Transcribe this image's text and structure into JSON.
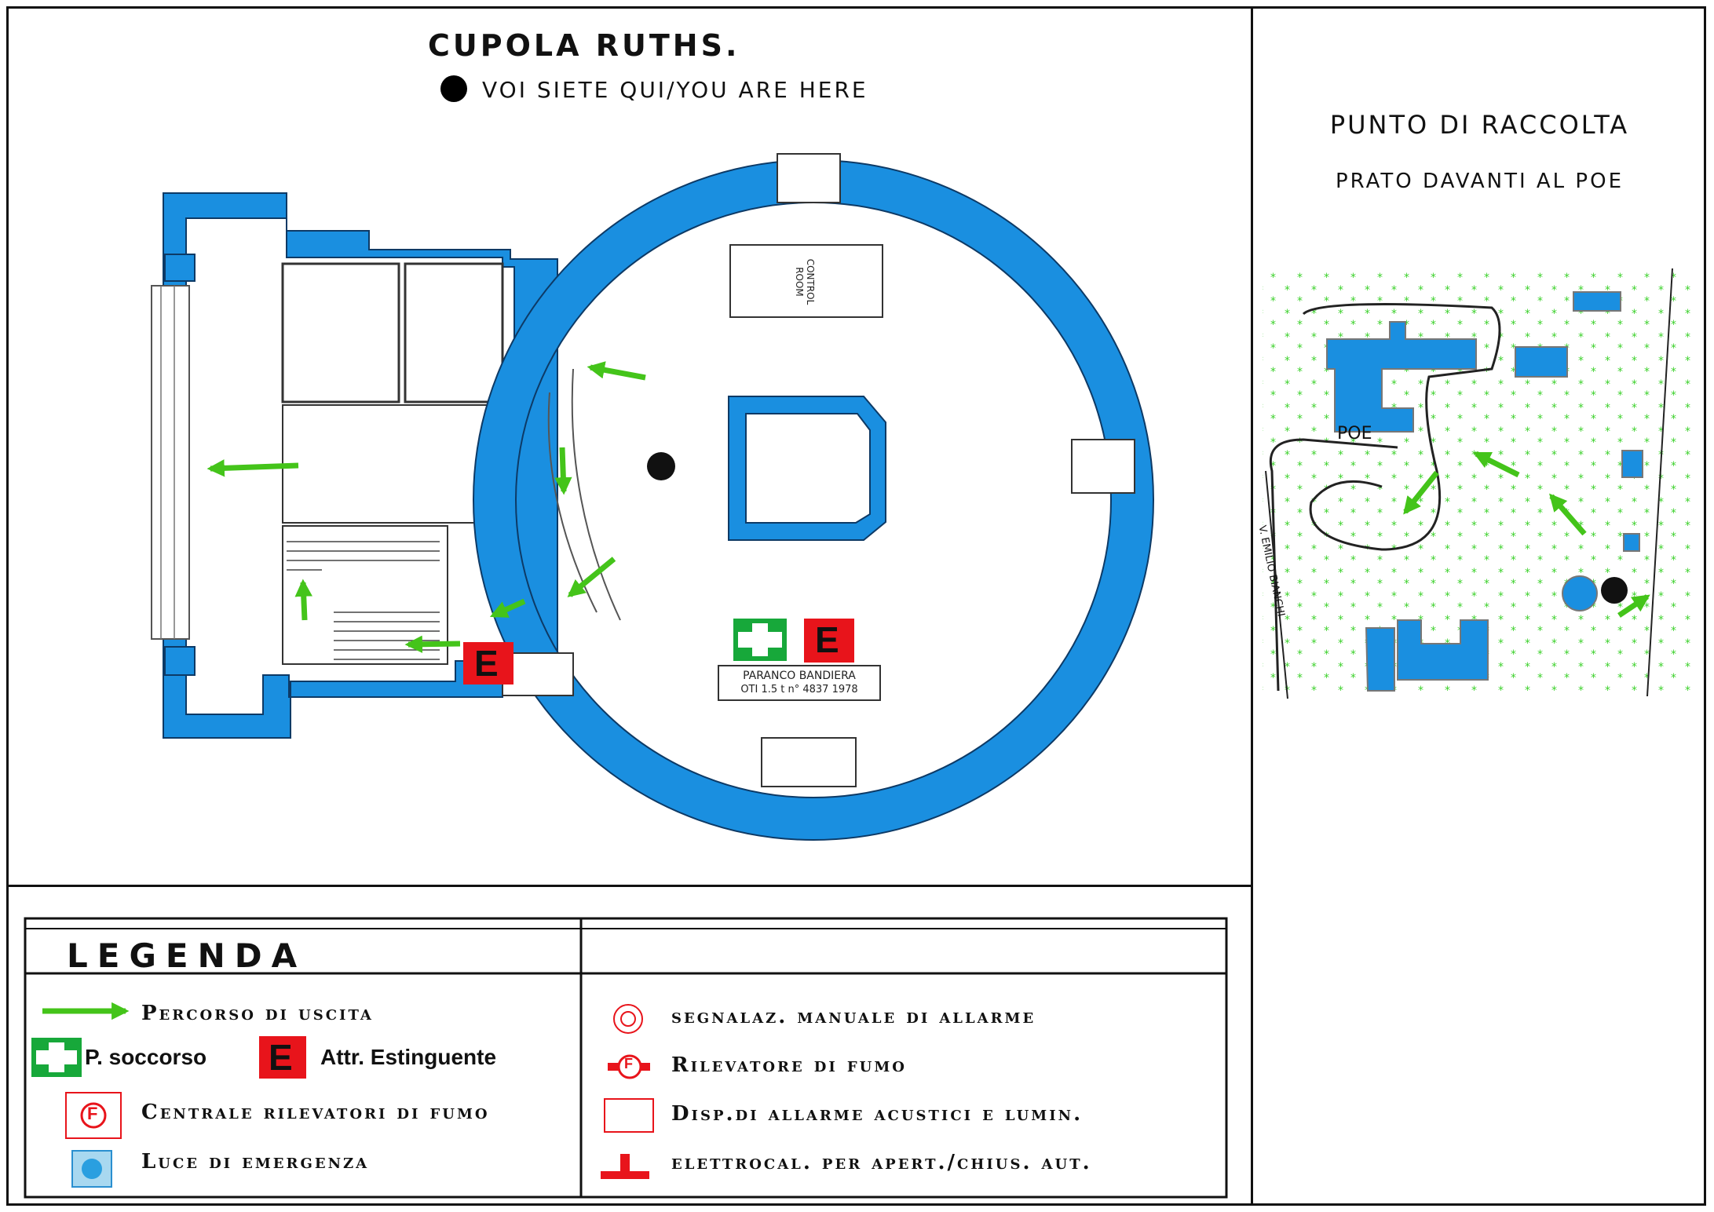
{
  "header": {
    "title": "CUPOLA RUTHS.",
    "you_are_here": "VOI SIETE QUI/YOU ARE HERE"
  },
  "floor_plan": {
    "control_room": "CONTROL ROOM",
    "paranco_line1": "PARANCO BANDIERA",
    "paranco_line2": "OTI  1.5 t n° 4837 1978"
  },
  "assembly_point": {
    "title": "PUNTO DI RACCOLTA",
    "subtitle": "PRATO DAVANTI AL POE",
    "building_label": "POE",
    "street_label": "V. EMILIO BIANCHI"
  },
  "legend": {
    "title": "LEGENDA",
    "items": {
      "exit_route": "Percorso di uscita",
      "first_aid": "P. soccorso",
      "extinguisher": "Attr. Estinguente",
      "smoke_control": "Centrale rilevatori di fumo",
      "emergency_light": "Luce di emergenza",
      "manual_alarm": "segnalaz. manuale di allarme",
      "smoke_detector": "Rilevatore di fumo",
      "alarm_device": "Disp.di allarme acustici e lumin.",
      "electromagnet": "elettrocal. per apert./chius. aut."
    }
  },
  "symbols": {
    "extinguisher_letter": "E",
    "fire_letter": "F"
  },
  "colors": {
    "wall_blue": "#1a8fe0",
    "arrow_green": "#44c41a",
    "extinguisher_red": "#e8141b",
    "first_aid_green": "#17a83a",
    "lawn_green": "#3bd12a"
  }
}
